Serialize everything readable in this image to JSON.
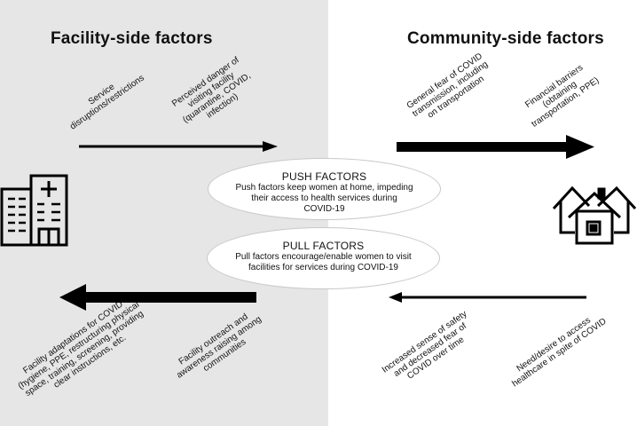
{
  "headings": {
    "facility": "Facility-side factors",
    "community": "Community-side factors"
  },
  "push": {
    "title": "PUSH FACTORS",
    "description": "Push factors keep women at home, impeding their access to health services during COVID-19"
  },
  "pull": {
    "title": "PULL FACTORS",
    "description": "Pull factors encourage/enable women to visit facilities for services during COVID-19"
  },
  "top_left_labels": [
    "Service\ndisruptions/restrictions",
    "Perceived danger of\nvisiting facility\n(quarantine, COVID,\ninfection)"
  ],
  "top_right_labels": [
    "General fear of COVID\ntransmission, including\non transportation",
    "Financial barriers\n(obtaining\ntransportation, PPE)"
  ],
  "bottom_left_labels": [
    "Facility adaptations for COVID\n(hygiene, PPE, restructuring physical\nspace, training, screening, providing\nclear instructions, etc.",
    "Facility outreach and\nawareness raising among\ncommunities"
  ],
  "bottom_right_labels": [
    "Increased sense of safety\nand decreased fear of\nCOVID over time",
    "Need/desire to access\nhealthcare in spite of COVID"
  ],
  "icons": {
    "facility": "hospital-building-icon",
    "community": "houses-icon"
  },
  "colors": {
    "left_panel": "#e6e6e6",
    "arrows": "#000000"
  }
}
